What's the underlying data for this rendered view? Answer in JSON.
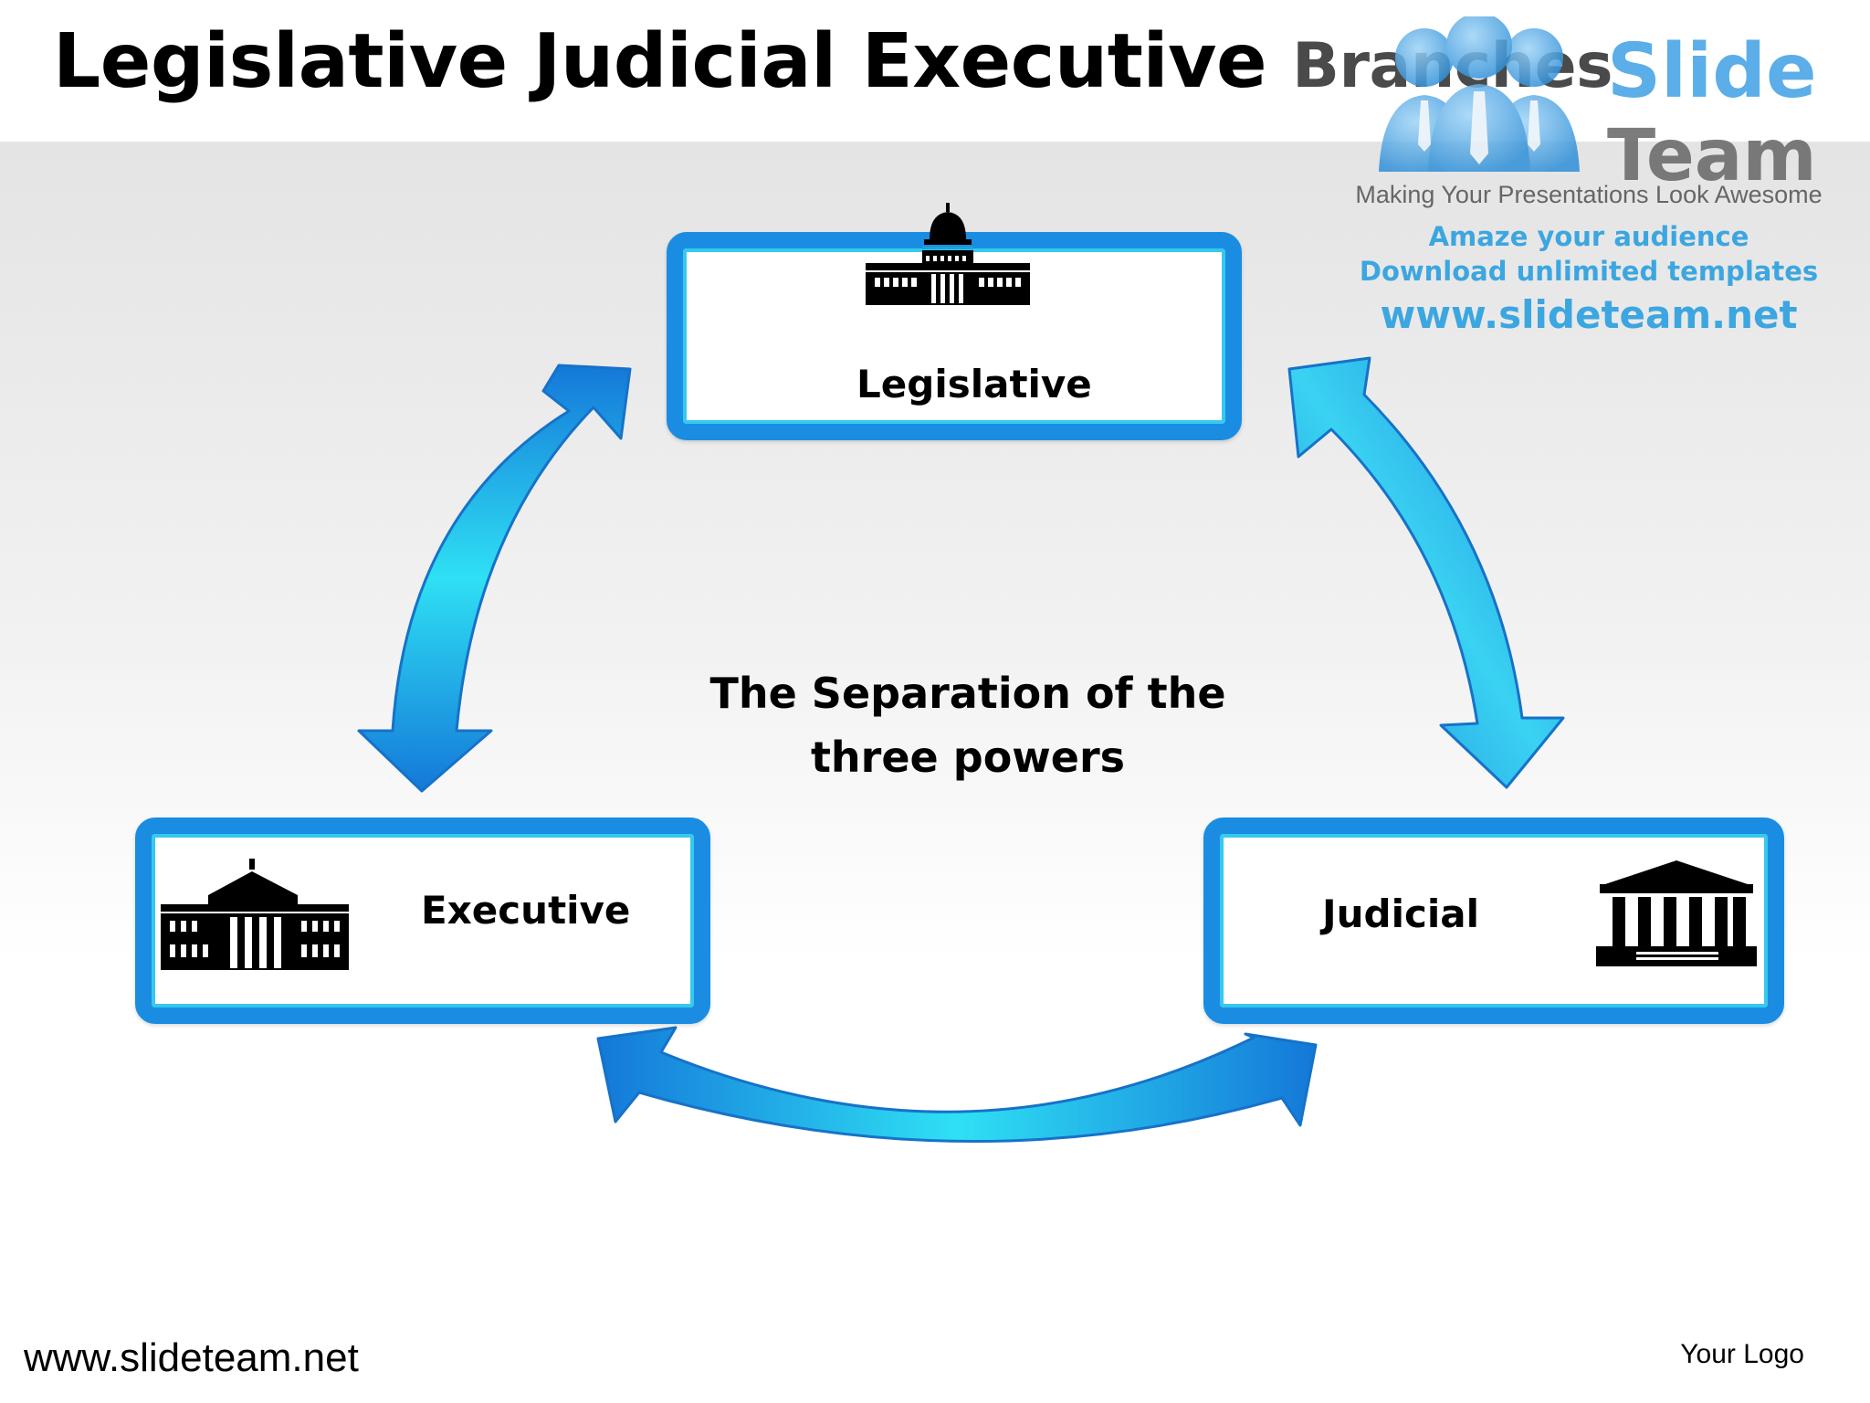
{
  "title": {
    "main": "Legislative Judicial Executive ",
    "suffix": "Branches"
  },
  "watermark": {
    "brand_slide": "Slide",
    "brand_team": "Team",
    "tagline": "Making Your Presentations Look Awesome",
    "line1": "Amaze your audience",
    "line2": "Download unlimited templates",
    "url": "www.slideteam.net"
  },
  "diagram": {
    "center_text": "The Separation of the  three powers",
    "nodes": [
      {
        "label": "Legislative",
        "icon": "capitol-building-icon"
      },
      {
        "label": "Executive",
        "icon": "white-house-icon"
      },
      {
        "label": "Judicial",
        "icon": "courthouse-icon"
      }
    ],
    "arrows": [
      "legislative-executive",
      "legislative-judicial",
      "executive-judicial"
    ]
  },
  "footer": {
    "url": "www.slideteam.net",
    "logo_text": "Your Logo"
  },
  "colors": {
    "box_border": "#1a8de3",
    "box_inner": "#36c9ee",
    "arrow_light": "#2fe0f4",
    "arrow_dark": "#1478d8"
  }
}
